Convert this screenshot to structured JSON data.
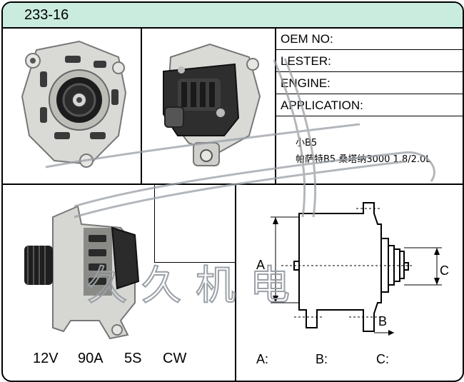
{
  "header": {
    "part_number": "233-16"
  },
  "info": {
    "oem_label": "OEM NO:",
    "lester_label": "LESTER:",
    "engine_label": "ENGINE:",
    "application_label": "APPLICATION:",
    "application_lines": [
      "小B5",
      "帕萨特B5  桑塔纳3000  1.8/2.0L"
    ]
  },
  "specs": {
    "voltage": "12V",
    "amperage": "90A",
    "pulley": "5S",
    "rotation": "CW"
  },
  "dimensions": {
    "a_label": "A:",
    "b_label": "B:",
    "c_label": "C:",
    "drawing_a": "A",
    "drawing_b": "B",
    "drawing_c": "C"
  },
  "watermark": {
    "text": "久久机电"
  },
  "colors": {
    "header_bg": "#c9ecdf",
    "border": "#000000",
    "watermark": "#9aa0a6"
  }
}
